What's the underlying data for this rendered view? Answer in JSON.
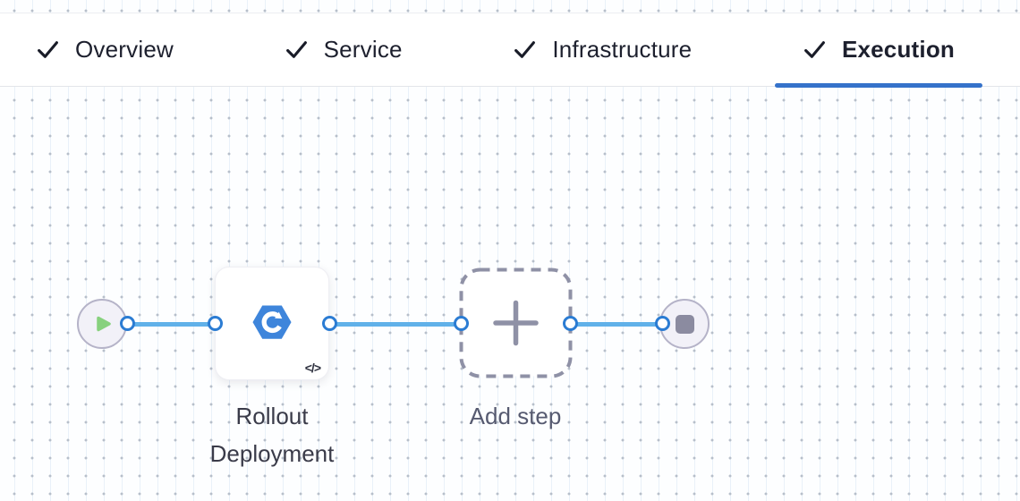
{
  "tabbar": {
    "tabs": [
      {
        "label": "Overview",
        "icon": "check-icon",
        "completed": true,
        "active": false
      },
      {
        "label": "Service",
        "icon": "check-icon",
        "completed": true,
        "active": false
      },
      {
        "label": "Infrastructure",
        "icon": "check-icon",
        "completed": true,
        "active": false
      },
      {
        "label": "Execution",
        "icon": "check-icon",
        "completed": true,
        "active": true
      }
    ]
  },
  "pipeline": {
    "start_node": {
      "icon": "play-icon"
    },
    "steps": [
      {
        "label": "Rollout Deployment",
        "icon": "rollout-deployment-icon",
        "badge": "</>"
      },
      {
        "label": "Add step",
        "icon": "plus-icon"
      }
    ],
    "end_node": {
      "icon": "stop-icon"
    }
  },
  "theme": {
    "accent": "#3572ca",
    "connector": "#61b1e9",
    "port-border": "#2b7cd3",
    "node-fill": "#f2f1f8",
    "node-border": "#b5b3c8",
    "icon-blue": "#3e85db",
    "play-green": "#87d17e",
    "stop-gray": "#8b8ba0",
    "dash-gray": "#8f91a6",
    "label-dark": "#3a3b49",
    "label-muted": "#565a70",
    "tab-text": "#1d202e",
    "grid-dot": "#b7bfca",
    "grid-line": "#e9f1f9"
  }
}
